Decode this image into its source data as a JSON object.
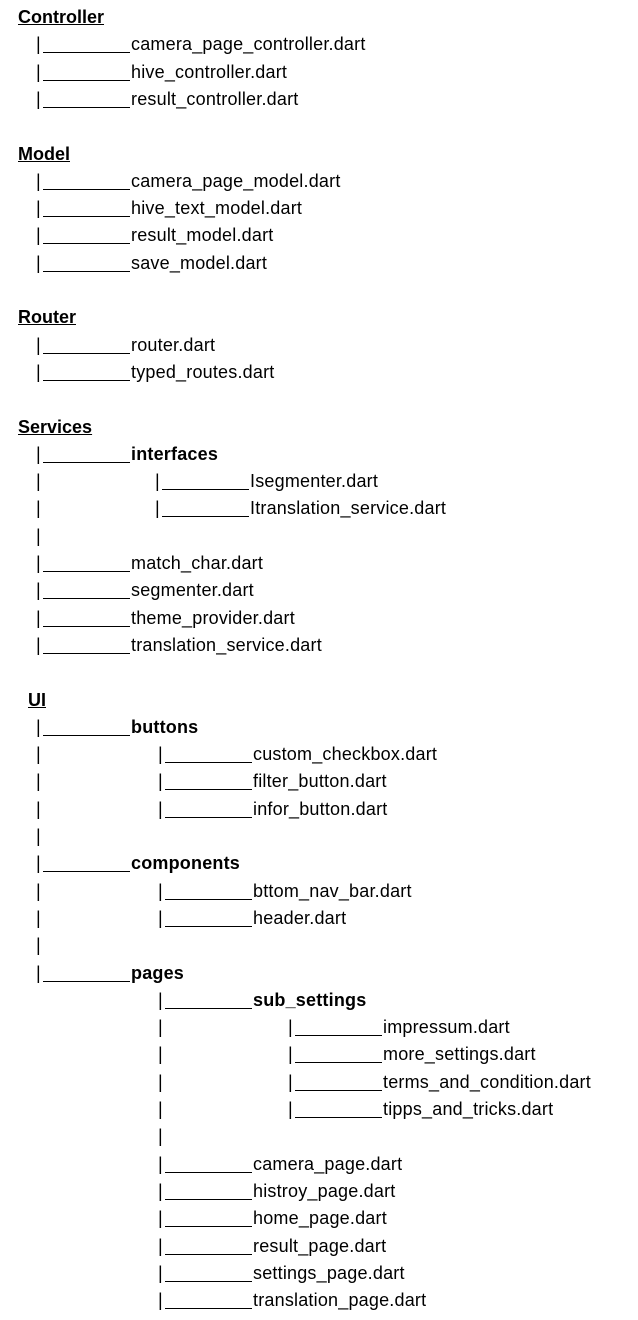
{
  "sections": [
    {
      "title": "Controller",
      "items": [
        {
          "label": "camera_page_controller.dart"
        },
        {
          "label": "hive_controller.dart"
        },
        {
          "label": "result_controller.dart"
        }
      ]
    },
    {
      "title": "Model",
      "items": [
        {
          "label": "camera_page_model.dart"
        },
        {
          "label": "hive_text_model.dart"
        },
        {
          "label": "result_model.dart"
        },
        {
          "label": "save_model.dart"
        }
      ]
    },
    {
      "title": "Router",
      "items": [
        {
          "label": "router.dart"
        },
        {
          "label": "typed_routes.dart"
        }
      ]
    },
    {
      "title": "Services",
      "folder": "interfaces",
      "sub_items": [
        {
          "label": "Isegmenter.dart"
        },
        {
          "label": "Itranslation_service.dart"
        }
      ],
      "items": [
        {
          "label": "match_char.dart"
        },
        {
          "label": "segmenter.dart"
        },
        {
          "label": "theme_provider.dart"
        },
        {
          "label": "translation_service.dart"
        }
      ]
    },
    {
      "title": "UI",
      "folders": [
        {
          "name": "buttons",
          "items": [
            {
              "label": "custom_checkbox.dart"
            },
            {
              "label": "filter_button.dart"
            },
            {
              "label": "infor_button.dart"
            }
          ]
        },
        {
          "name": "components",
          "items": [
            {
              "label": "bttom_nav_bar.dart"
            },
            {
              "label": "header.dart"
            }
          ]
        },
        {
          "name": "pages",
          "subfolder": "sub_settings",
          "subfolder_items": [
            {
              "label": "impressum.dart"
            },
            {
              "label": "more_settings.dart"
            },
            {
              "label": "terms_and_condition.dart"
            },
            {
              "label": "tipps_and_tricks.dart"
            }
          ],
          "items": [
            {
              "label": "camera_page.dart"
            },
            {
              "label": "histroy_page.dart"
            },
            {
              "label": "home_page.dart"
            },
            {
              "label": "result_page.dart"
            },
            {
              "label": "settings_page.dart"
            },
            {
              "label": "translation_page.dart"
            }
          ]
        }
      ]
    }
  ],
  "glyphs": {
    "pipe": "|"
  }
}
